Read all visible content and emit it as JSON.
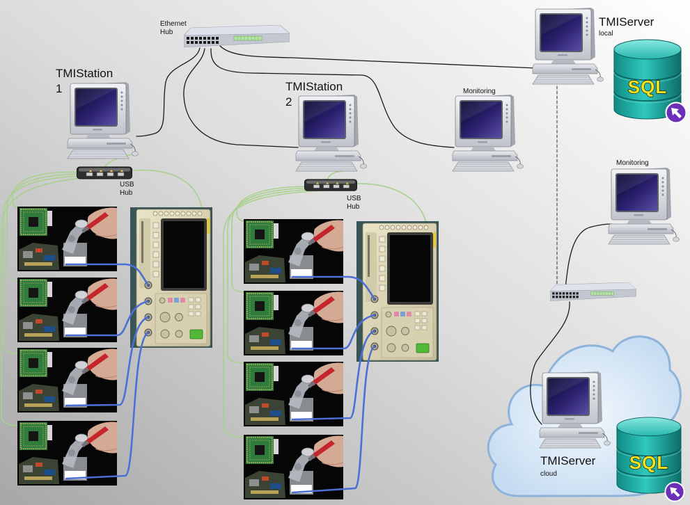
{
  "diagram": {
    "ethernet_hub": {
      "label_line1": "Ethernet",
      "label_line2": "Hub"
    },
    "stations": [
      {
        "name": "TMIStation",
        "number": "1",
        "usb_hub_line1": "USB",
        "usb_hub_line2": "Hub"
      },
      {
        "name": "TMIStation",
        "number": "2",
        "usb_hub_line1": "USB",
        "usb_hub_line2": "Hub"
      }
    ],
    "monitoring": [
      {
        "label": "Monitoring"
      },
      {
        "label": "Monitoring"
      }
    ],
    "servers": {
      "local": {
        "name": "TMIServer",
        "qualifier": "local",
        "database_label": "SQL"
      },
      "cloud": {
        "name": "TMIServer",
        "qualifier": "cloud",
        "database_label": "SQL"
      }
    }
  },
  "icons": [
    "desktop-computer-icon",
    "ethernet-switch-icon",
    "usb-hub-icon",
    "test-device-photo-icon",
    "oscilloscope-icon",
    "sql-database-icon",
    "cloud-icon",
    "cursor-arrow-badge-icon"
  ],
  "colors": {
    "network_cable": "#1b1b1b",
    "usb_cable": "#a9d18e",
    "probe_cable": "#4c6fd6",
    "sql_text": "#f3e21c",
    "cloud_outline": "#8eb3da",
    "badge": "#6b2fb8"
  }
}
